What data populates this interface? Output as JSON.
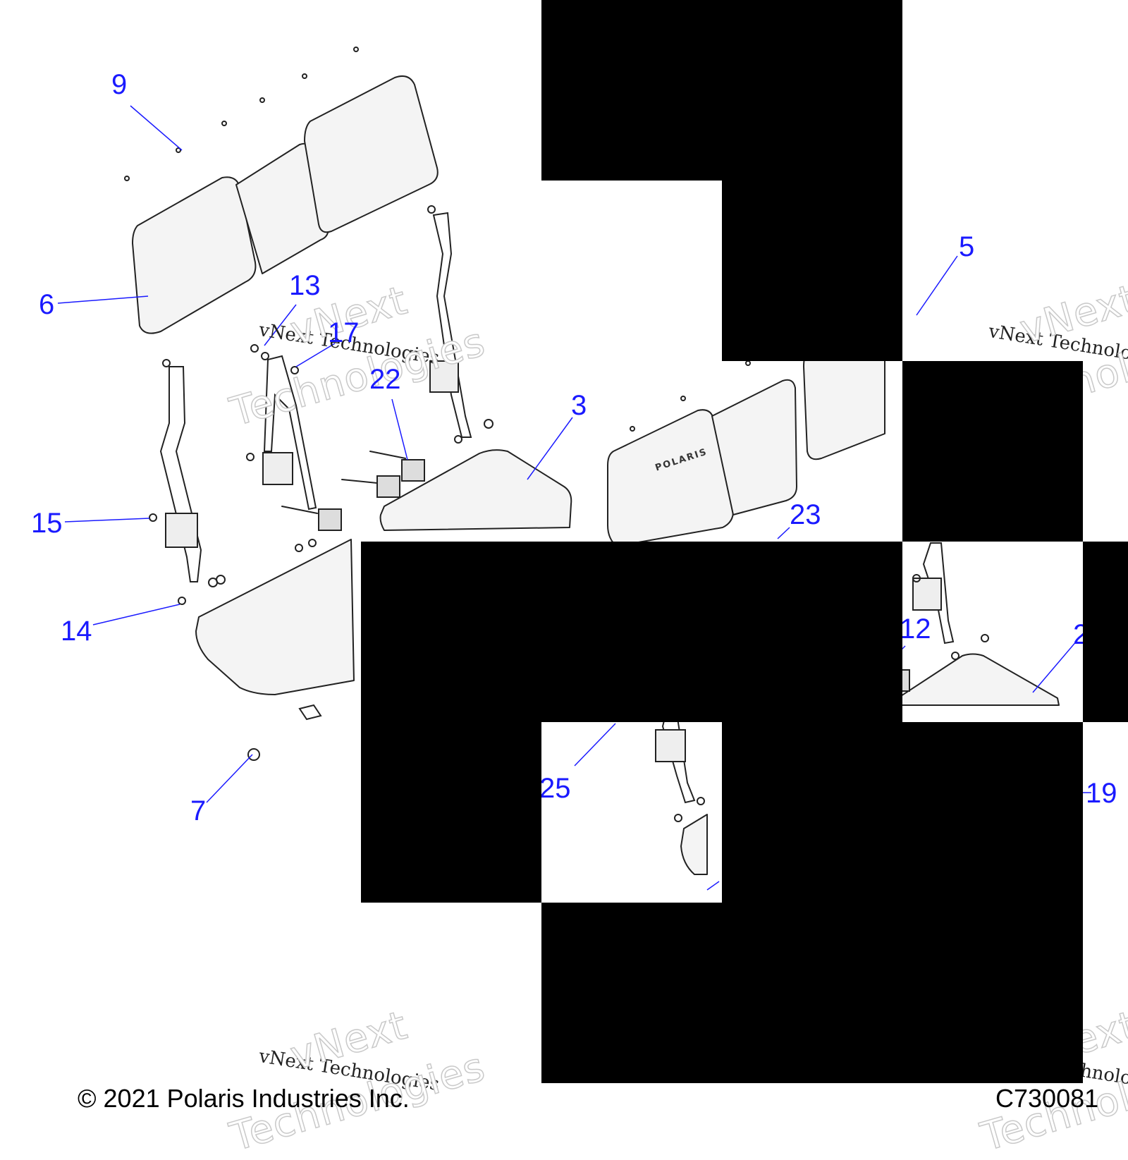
{
  "callouts": {
    "c9": "9",
    "c6": "6",
    "c13": "13",
    "c17": "17",
    "c22": "22",
    "c3": "3",
    "c5": "5",
    "c23": "23",
    "c15": "15",
    "c14": "14",
    "c7": "7",
    "c12": "12",
    "c2": "2",
    "c25": "25",
    "c19": "19"
  },
  "watermark": {
    "line": "vNext Technologies",
    "big1": "vNext",
    "big2": "Technologies"
  },
  "footer": {
    "copyright": "© 2021 Polaris Industries Inc.",
    "figure_id": "C730081"
  },
  "brand_mark": "POLARIS",
  "colors": {
    "callout": "#1a1aff",
    "line_art": "#222222",
    "redaction": "#000000"
  }
}
